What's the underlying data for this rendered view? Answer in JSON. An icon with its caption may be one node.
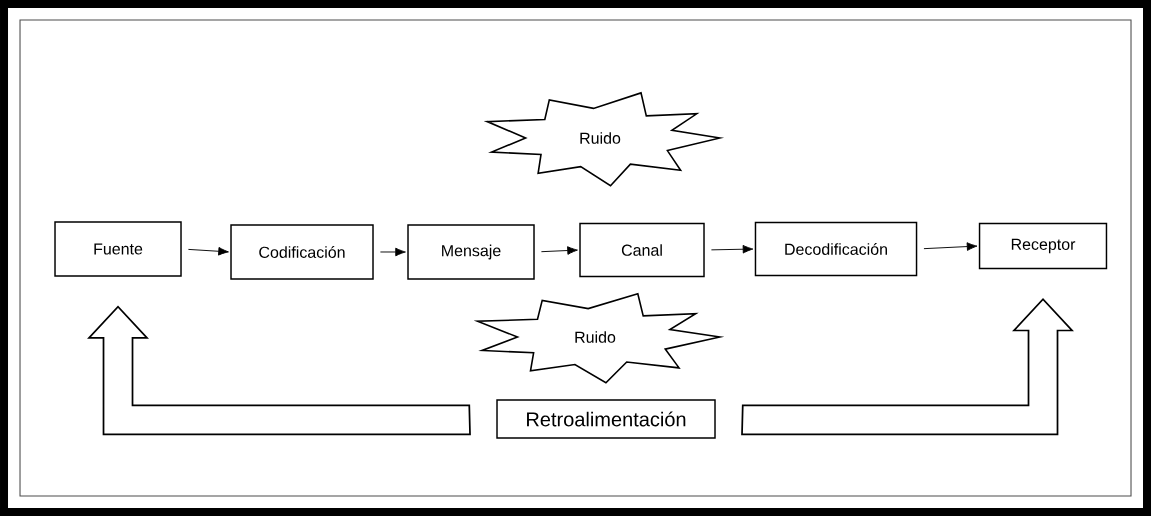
{
  "diagram": {
    "nodes": [
      {
        "text": [
          "Ruido"
        ]
      },
      {
        "text": [
          "Fuente"
        ]
      },
      {
        "text": [
          "Codificación"
        ]
      },
      {
        "text": [
          "Mensaje"
        ]
      },
      {
        "text": [
          "Canal"
        ]
      },
      {
        "text": [
          "Decodificación"
        ]
      },
      {
        "text": [
          "Receptor"
        ]
      },
      {
        "text": [
          "Ruido"
        ]
      },
      {
        "text": [
          "Retroalimentación"
        ]
      }
    ],
    "edges": [
      {
        "from": 1,
        "to": 2,
        "arrow": "to"
      },
      {
        "from": 2,
        "to": 3,
        "arrow": "to"
      },
      {
        "from": 3,
        "to": 4,
        "arrow": "to"
      },
      {
        "from": 4,
        "to": 5,
        "arrow": "to"
      },
      {
        "from": 5,
        "to": 6,
        "arrow": "to"
      },
      {
        "from": 8,
        "to": 1,
        "arrow": "to",
        "style": "thick"
      },
      {
        "from": 8,
        "to": 6,
        "arrow": "to",
        "style": "thick"
      }
    ]
  }
}
